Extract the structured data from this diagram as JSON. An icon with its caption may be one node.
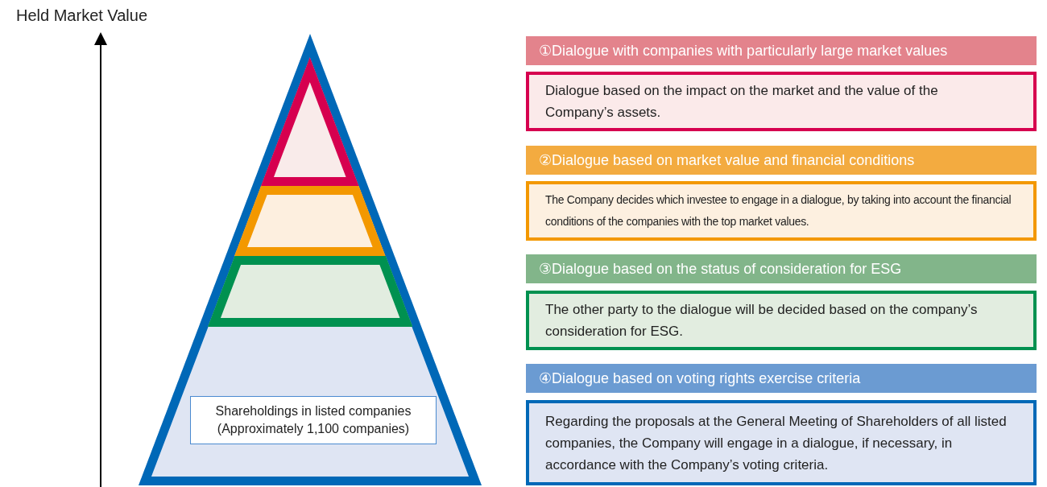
{
  "diagram": {
    "nodes": [
      {
        "text": [],
        "shape": "triangle"
      },
      {
        "text": [],
        "shape": "triangle",
        "in": 0
      },
      {
        "text": [],
        "shape": "trapezoid",
        "in": 0
      },
      {
        "text": [],
        "shape": "trapezoid",
        "in": 0
      },
      {
        "text": [
          "Shareholdings in listed companies (Approximately 1,100 companies)"
        ],
        "in": 0
      },
      {
        "text": [
          "①Dialogue with companies with particularly large market values"
        ]
      },
      {
        "text": [
          "Dialogue based on the impact on the market and the value of the Company’s assets."
        ]
      },
      {
        "text": [
          "②Dialogue based on market value and financial conditions"
        ]
      },
      {
        "text": [
          "The Company decides which investee to engage in a dialogue, by taking into account the financial conditions of the companies with the top market values."
        ]
      },
      {
        "text": [
          "③Dialogue based on the status of consideration for ESG"
        ]
      },
      {
        "text": [
          "The other party to the dialogue will be decided based on the company’s consideration for ESG."
        ]
      },
      {
        "text": [
          "④Dialogue based on voting rights exercise criteria"
        ]
      },
      {
        "text": [
          "Regarding the proposals at the General Meeting of Shareholders of all listed companies, the Company will engage in a dialogue, if necessary, in accordance with the Company’s voting criteria."
        ]
      }
    ],
    "labels": [
      "Held Market Value"
    ]
  }
}
